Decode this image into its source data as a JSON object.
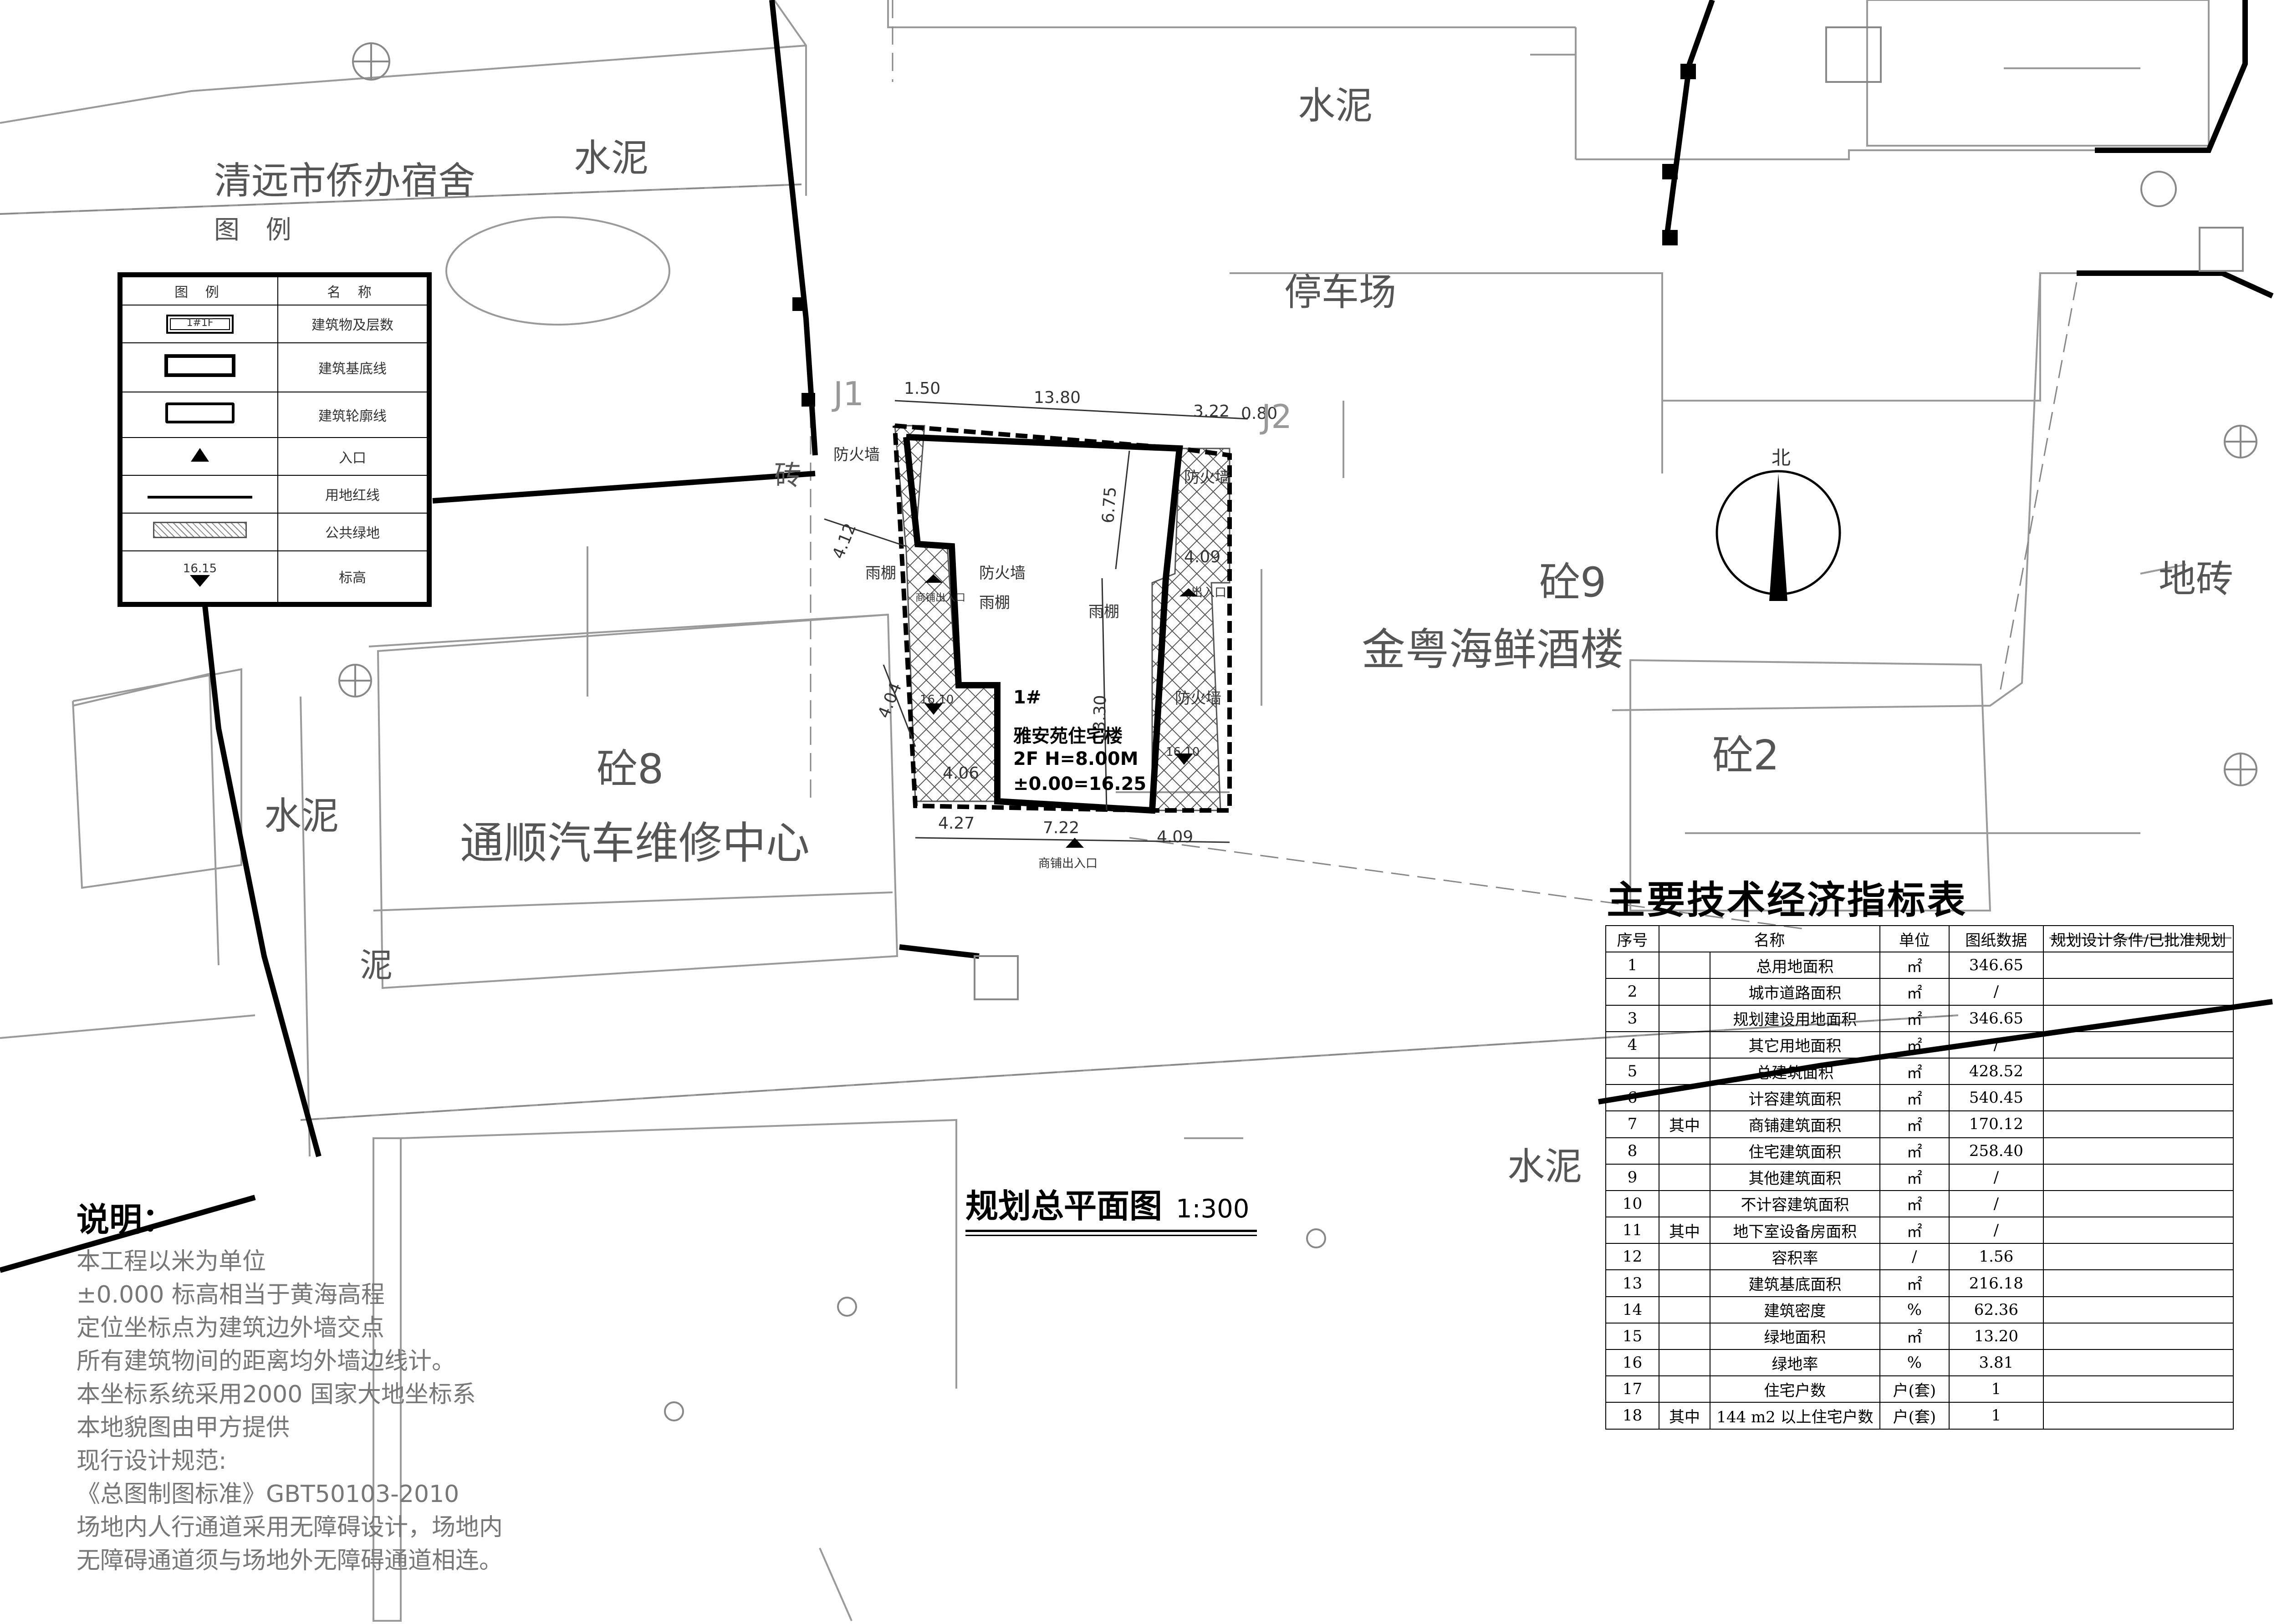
{
  "map_title": {
    "text": "规划总平面图",
    "scale": "1:300"
  },
  "place_labels": {
    "qiaoban": "清远市侨办宿舍",
    "parking": "停车场",
    "jinyue": "金粤海鲜酒楼",
    "tongshun": "通顺汽车维修中心",
    "cement_1": "水泥",
    "cement_2": "水泥",
    "cement_3": "水泥",
    "cement_4": "水泥",
    "floor_tile": "地砖",
    "brick_1": "砖",
    "tong9": "砼9",
    "tong8": "砼8",
    "tong2": "砼2",
    "mud": "泥",
    "north": "北"
  },
  "building": {
    "id": "1#",
    "name": "雅安苑住宅楼",
    "floors_height": "2F  H=8.00M",
    "elevation": "±0.00=16.25"
  },
  "building_notes": {
    "firewall_1": "防火墙",
    "firewall_2": "防火墙",
    "firewall_3": "防火墙",
    "firewall_4": "防火墙",
    "canopy_1": "雨棚",
    "canopy_2": "雨棚",
    "canopy_3": "雨棚",
    "shop_entrance": "商铺出入口",
    "entrance": "出入口",
    "j1": "J1",
    "j2": "J2",
    "elev_1": "16.10",
    "elev_2": "16.10"
  },
  "dimensions": {
    "d1": "1.50",
    "d2": "13.80",
    "d3": "3.22",
    "d4": "0.80",
    "d5": "6.75",
    "d6": "4.12",
    "d7": "4.04",
    "d8": "13.30",
    "d9": "4.06",
    "d10": "4.27",
    "d11": "7.22",
    "d12": "4.09",
    "d13": "4.09"
  },
  "legend": {
    "title": "图 例",
    "header": [
      "图 例",
      "名 称"
    ],
    "rows": [
      {
        "icon": "building-floors-box",
        "sample": "1#1F",
        "name": "建筑物及层数"
      },
      {
        "icon": "building-base-box",
        "sample": "",
        "name": "建筑基底线"
      },
      {
        "icon": "building-outline-box",
        "sample": "",
        "name": "建筑轮廓线"
      },
      {
        "icon": "entrance-triangle",
        "sample": "",
        "name": "入口"
      },
      {
        "icon": "red-line",
        "sample": "",
        "name": "用地红线"
      },
      {
        "icon": "green-hatch",
        "sample": "",
        "name": "公共绿地"
      },
      {
        "icon": "elevation-marker",
        "sample": "16.15",
        "name": "标高"
      }
    ]
  },
  "eco_table": {
    "title": "主要技术经济指标表",
    "headers": [
      "序号",
      "名称",
      "单位",
      "图纸数据",
      "规划设计条件/已批准规划"
    ],
    "rows": [
      {
        "no": "1",
        "sub": "",
        "name": "总用地面积",
        "unit": "㎡",
        "value": "346.65",
        "plan": ""
      },
      {
        "no": "2",
        "sub": "",
        "name": "城市道路面积",
        "unit": "㎡",
        "value": "/",
        "plan": ""
      },
      {
        "no": "3",
        "sub": "",
        "name": "规划建设用地面积",
        "unit": "㎡",
        "value": "346.65",
        "plan": ""
      },
      {
        "no": "4",
        "sub": "",
        "name": "其它用地面积",
        "unit": "㎡",
        "value": "/",
        "plan": ""
      },
      {
        "no": "5",
        "sub": "",
        "name": "总建筑面积",
        "unit": "㎡",
        "value": "428.52",
        "plan": ""
      },
      {
        "no": "6",
        "sub": "",
        "name": "计容建筑面积",
        "unit": "㎡",
        "value": "540.45",
        "plan": ""
      },
      {
        "no": "7",
        "sub": "其中",
        "name": "商铺建筑面积",
        "unit": "㎡",
        "value": "170.12",
        "plan": ""
      },
      {
        "no": "8",
        "sub": "",
        "name": "住宅建筑面积",
        "unit": "㎡",
        "value": "258.40",
        "plan": ""
      },
      {
        "no": "9",
        "sub": "",
        "name": "其他建筑面积",
        "unit": "㎡",
        "value": "/",
        "plan": ""
      },
      {
        "no": "10",
        "sub": "",
        "name": "不计容建筑面积",
        "unit": "㎡",
        "value": "/",
        "plan": ""
      },
      {
        "no": "11",
        "sub": "其中",
        "name": "地下室设备房面积",
        "unit": "㎡",
        "value": "/",
        "plan": ""
      },
      {
        "no": "12",
        "sub": "",
        "name": "容积率",
        "unit": "/",
        "value": "1.56",
        "plan": ""
      },
      {
        "no": "13",
        "sub": "",
        "name": "建筑基底面积",
        "unit": "㎡",
        "value": "216.18",
        "plan": ""
      },
      {
        "no": "14",
        "sub": "",
        "name": "建筑密度",
        "unit": "%",
        "value": "62.36",
        "plan": ""
      },
      {
        "no": "15",
        "sub": "",
        "name": "绿地面积",
        "unit": "㎡",
        "value": "13.20",
        "plan": ""
      },
      {
        "no": "16",
        "sub": "",
        "name": "绿地率",
        "unit": "%",
        "value": "3.81",
        "plan": ""
      },
      {
        "no": "17",
        "sub": "",
        "name": "住宅户数",
        "unit": "户(套)",
        "value": "1",
        "plan": ""
      },
      {
        "no": "18",
        "sub": "其中",
        "name": "144 m2 以上住宅户数",
        "unit": "户(套)",
        "value": "1",
        "plan": ""
      }
    ]
  },
  "notes": {
    "title": "说明：",
    "lines": [
      "本工程以米为单位",
      "±0.000 标高相当于黄海高程",
      "定位坐标点为建筑边外墙交点",
      "所有建筑物间的距离均外墙边线计。",
      "本坐标系统采用2000 国家大地坐标系",
      "本地貌图由甲方提供",
      "现行设计规范:",
      "《总图制图标准》GBT50103-2010",
      "场地内人行通道采用无障碍设计，场地内",
      "无障碍通道须与场地外无障碍通道相连。"
    ]
  },
  "colors": {
    "line": "#000000",
    "faint": "#9a9a9a",
    "hatch": "#555555"
  }
}
